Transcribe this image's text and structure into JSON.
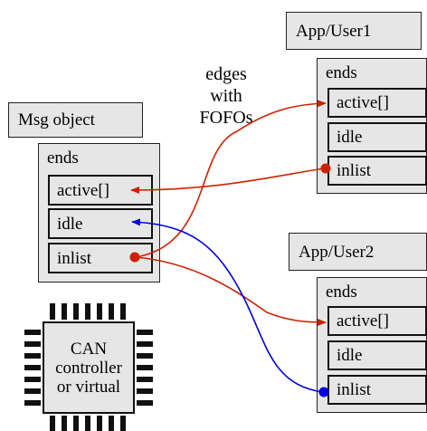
{
  "msg": {
    "title": "Msg object",
    "ends_label": "ends",
    "slots": [
      "active[]",
      "idle",
      "inlist"
    ]
  },
  "user1": {
    "title": "App/User1",
    "ends_label": "ends",
    "slots": [
      "active[]",
      "idle",
      "inlist"
    ]
  },
  "user2": {
    "title": "App/User2",
    "ends_label": "ends",
    "slots": [
      "active[]",
      "idle",
      "inlist"
    ]
  },
  "edges_caption": [
    "edges",
    "with",
    "FOFOs"
  ],
  "chip": {
    "lines": [
      "CAN",
      "controller",
      "or virtual"
    ]
  },
  "colors": {
    "red_edge": "#cc2200",
    "blue_edge": "#0000dd",
    "box_fill": "#e6e6e6"
  }
}
